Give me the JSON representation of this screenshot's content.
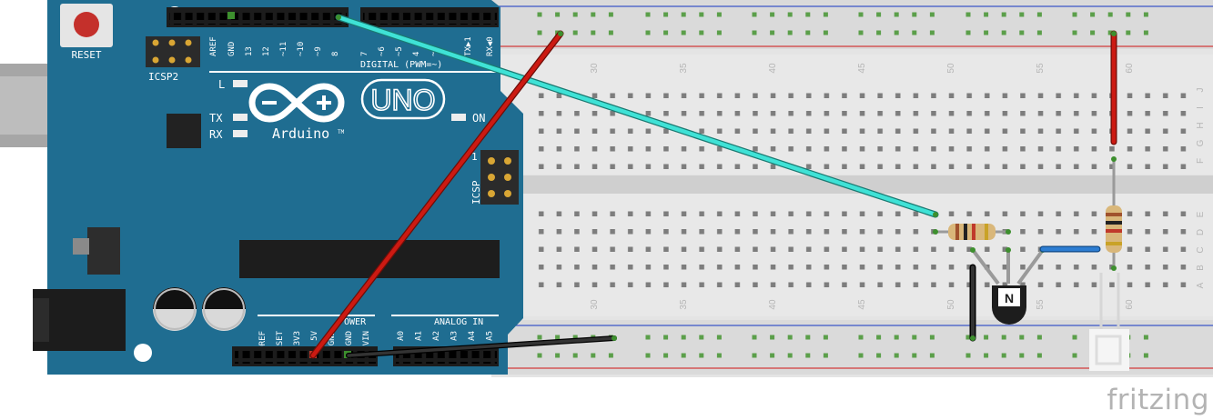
{
  "arduino": {
    "reset_label": "RESET",
    "icsp2_label": "ICSP2",
    "icsp_label": "ICSP",
    "digital_label": "DIGITAL (PWM=~)",
    "uno_label": "UNO",
    "brand_label": "Arduino",
    "tm_label": "TM",
    "l_label": "L",
    "tx_label": "TX",
    "rx_label": "RX",
    "on_label": "ON",
    "power_label": "POWER",
    "analog_label": "ANALOG IN",
    "icsp_pin_label": "1",
    "digital_pins": [
      "AREF",
      "GND",
      "13",
      "12",
      "~11",
      "~10",
      "~9",
      "8",
      "7",
      "~6",
      "~5",
      "4",
      "~3",
      "2",
      "TX▶1",
      "RX◀0"
    ],
    "power_pins": [
      "IOREF",
      "RESET",
      "3V3",
      "5V",
      "GND",
      "GND",
      "VIN"
    ],
    "analog_pins": [
      "A0",
      "A1",
      "A2",
      "A3",
      "A4",
      "A5"
    ]
  },
  "breadboard": {
    "column_numbers": [
      "30",
      "35",
      "40",
      "45",
      "50",
      "55",
      "60"
    ],
    "top_row_letters": [
      "J",
      "I",
      "H",
      "G",
      "F"
    ],
    "bottom_row_letters": [
      "E",
      "D",
      "C",
      "B",
      "A"
    ]
  },
  "colors": {
    "board": "#1f6d91",
    "wire_red": "#cc1a12",
    "wire_cyan": "#3fe2d6",
    "wire_black": "#222222",
    "wire_blue": "#2d7dd2"
  },
  "branding": {
    "watermark": "fritzing"
  }
}
